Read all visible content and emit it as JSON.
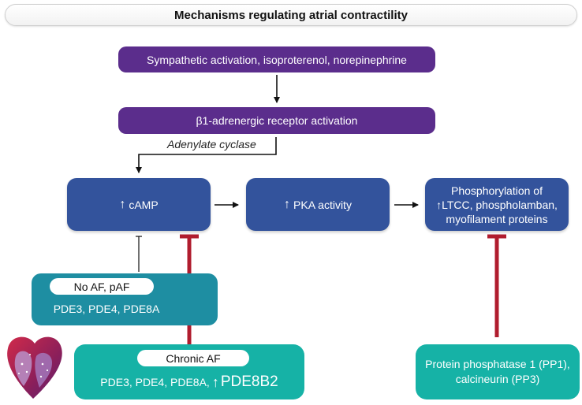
{
  "title": "Mechanisms regulating atrial contractility",
  "boxes": {
    "sympathetic": "Sympathetic activation, isoproterenol, norepinephrine",
    "beta_receptor": "β1-adrenergic receptor activation",
    "adenylate_cyclase": "Adenylate cyclase",
    "camp": "cAMP",
    "pka": "PKA activity",
    "phosphorylation_line1": "Phosphorylation of",
    "phosphorylation_line2": "LTCC, phospholamban,",
    "phosphorylation_line3": "myofilament proteins",
    "no_af_label": "No AF, pAF",
    "no_af_pdes": "PDE3, PDE4, PDE8A",
    "chronic_af_label": "Chronic AF",
    "chronic_af_pdes": "PDE3, PDE4, PDE8A,",
    "chronic_af_highlight": "PDE8B2",
    "phosphatase_line1": "Protein phosphatase 1 (PP1),",
    "phosphatase_line2": "calcineurin (PP3)"
  },
  "glyphs": {
    "up_arrow": "↑"
  },
  "colors": {
    "purple": "#5b2d8c",
    "blue": "#33539c",
    "teal_dark": "#1e8ea2",
    "teal": "#16b2a6",
    "inhibit_red": "#b01c2e"
  }
}
